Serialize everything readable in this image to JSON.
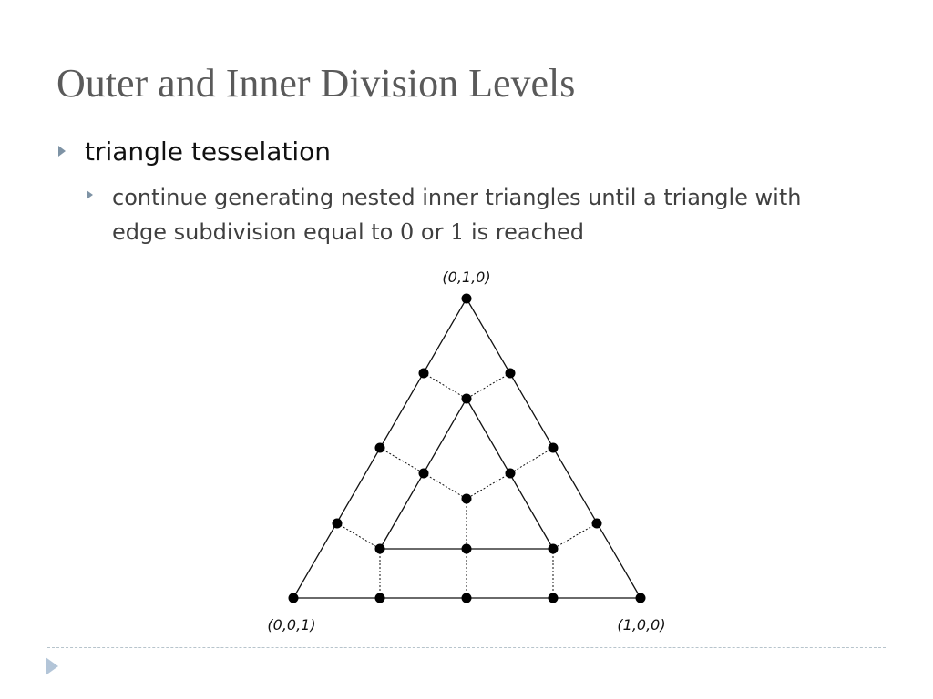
{
  "slide": {
    "title": "Outer and Inner Division Levels",
    "bullet1": "triangle tesselation",
    "bullet2": {
      "line1": "continue generating nested inner triangles until a triangle with",
      "line2_prefix": "edge subdivision equal to ",
      "value_a": "0",
      "or_word": " or ",
      "value_b": "1",
      "line2_suffix": " is reached"
    }
  },
  "diagram": {
    "labels": {
      "top": "(0,1,0)",
      "bottom_left": "(0,0,1)",
      "bottom_right": "(1,0,0)"
    }
  },
  "colors": {
    "title": "#5a5a5a",
    "bullet_arrow": "#7e93a5",
    "rule": "#b7c4cc",
    "nav_arrow": "#b3c5d8"
  },
  "icons": {
    "bullet": "triangle-right-icon",
    "nav": "play-triangle-icon"
  }
}
